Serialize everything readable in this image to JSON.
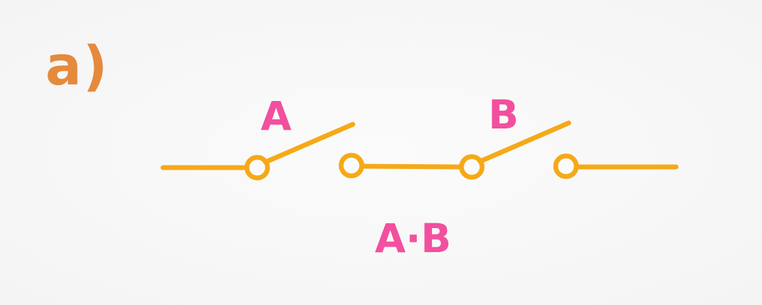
{
  "diagram": {
    "panel_label": "a)",
    "switch_a_label": "A",
    "switch_b_label": "B",
    "expression": "A·B",
    "colors": {
      "wire": "#f6a917",
      "panel_label": "#e58a3c",
      "switch_labels": "#f2509e"
    }
  }
}
